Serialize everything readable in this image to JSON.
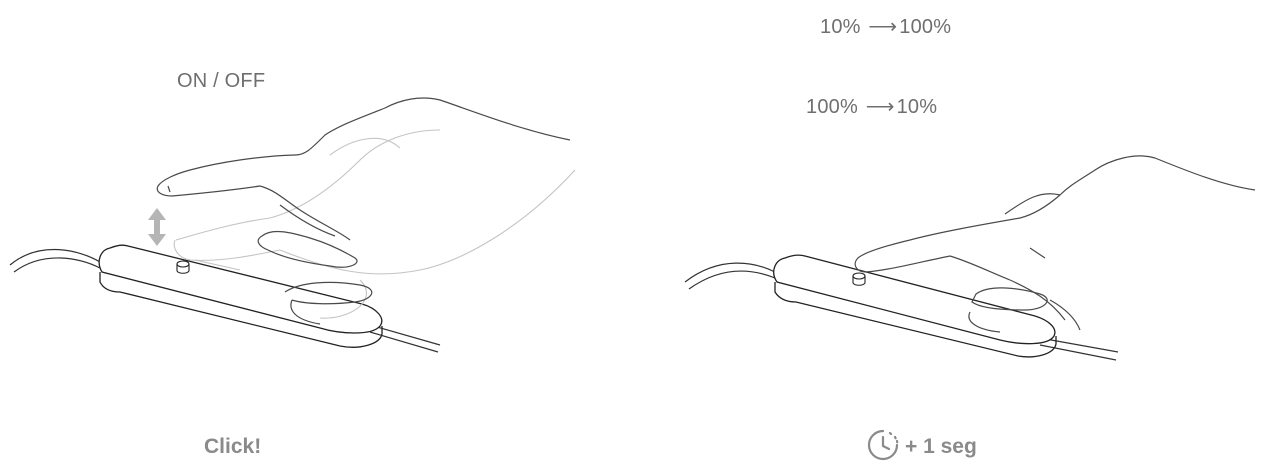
{
  "left": {
    "label_top": "ON / OFF",
    "label_bottom": "Click!"
  },
  "right": {
    "line1_from": "10%",
    "line1_to": "100%",
    "line2_from": "100%",
    "line2_to": "10%",
    "arrow_glyph": "⟶",
    "label_bottom": "+ 1 seg",
    "timer_icon": "timer-icon"
  }
}
